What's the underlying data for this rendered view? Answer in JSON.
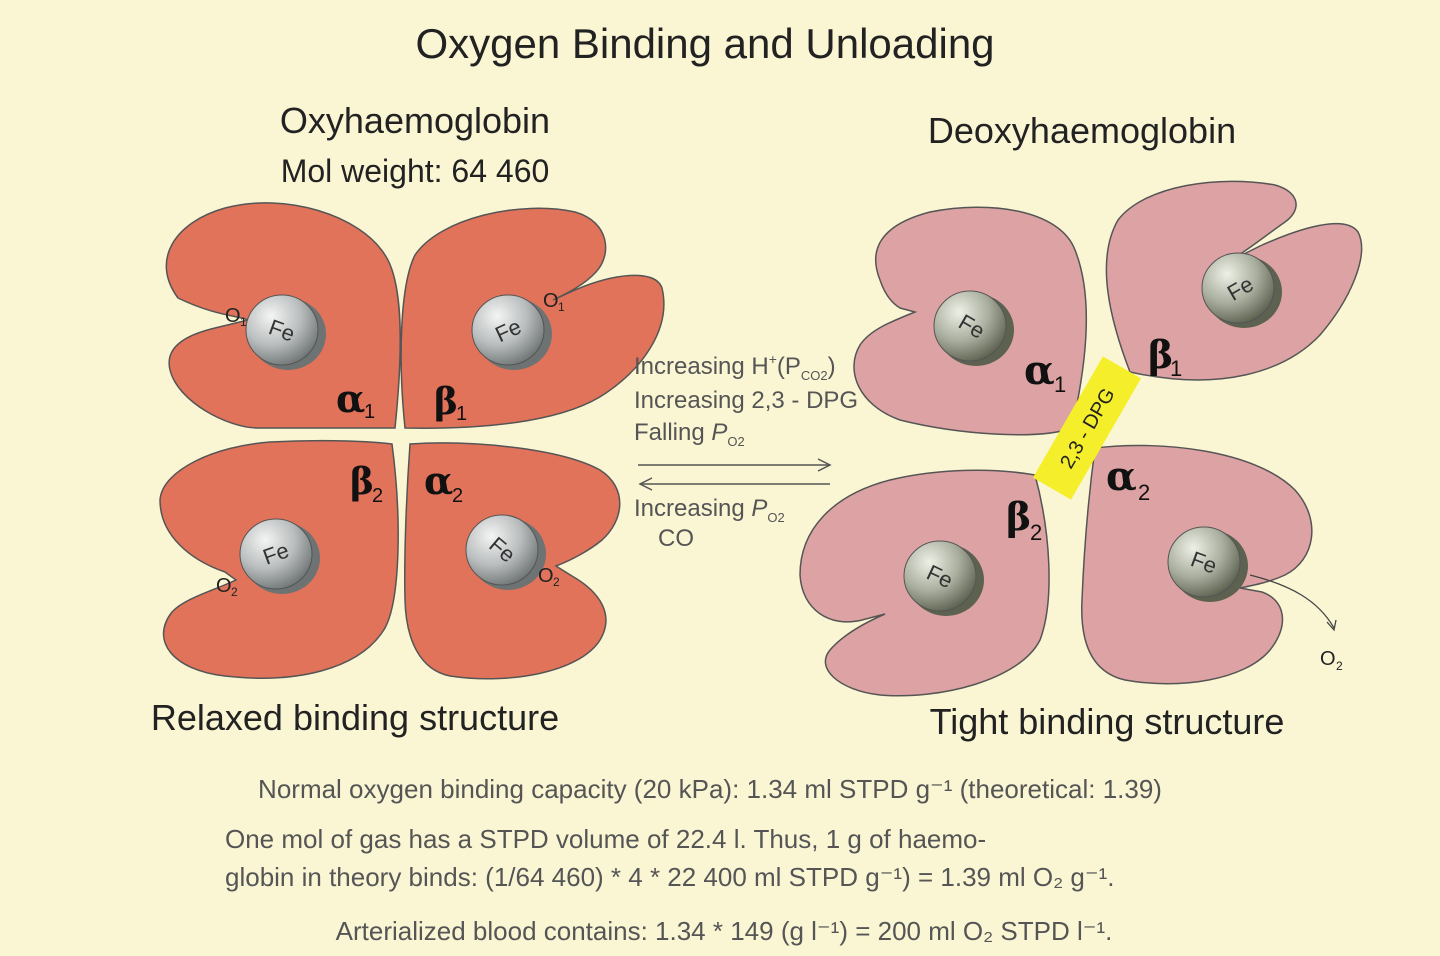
{
  "title": "Oxygen Binding and Unloading",
  "left": {
    "heading": "Oxyhaemoglobin",
    "mol_weight": "Mol weight: 64 460",
    "caption": "Relaxed binding structure",
    "subunits": [
      {
        "greek": "α",
        "sub": "1"
      },
      {
        "greek": "β",
        "sub": "1"
      },
      {
        "greek": "β",
        "sub": "2"
      },
      {
        "greek": "α",
        "sub": "2"
      }
    ],
    "iron": "Fe",
    "oxygen": "O",
    "oxygen_sub_top": "1",
    "oxygen_sub_bottom": "2"
  },
  "right": {
    "heading": "Deoxyhaemoglobin",
    "caption": "Tight binding structure",
    "subunits": [
      {
        "greek": "α",
        "sub": "1"
      },
      {
        "greek": "β",
        "sub": "1"
      },
      {
        "greek": "β",
        "sub": "2"
      },
      {
        "greek": "α",
        "sub": "2"
      }
    ],
    "iron": "Fe",
    "dpg_label": "2,3 - DPG",
    "released_oxygen": "O",
    "released_oxygen_sub": "2"
  },
  "forward_conditions": {
    "line1_a": "Increasing H",
    "line1_sup": "+",
    "line1_b": "(P",
    "line1_sub": "CO2",
    "line1_c": ")",
    "line2": "Increasing 2,3 - DPG",
    "line3_a": "Falling ",
    "line3_p": "P",
    "line3_sub": "O2"
  },
  "reverse_conditions": {
    "line1_a": "Increasing ",
    "line1_p": "P",
    "line1_sub": "O2",
    "line2": "CO"
  },
  "notes": {
    "capacity": "Normal oxygen binding capacity (20 kPa): 1.34 ml STPD g⁻¹ (theoretical: 1.39)",
    "mol_line1": "One mol of gas has a STPD volume of 22.4 l. Thus, 1 g of haemo-",
    "mol_line2": "globin in theory binds: (1/64 460) * 4 * 22 400 ml STPD g⁻¹) = 1.39 ml O₂ g⁻¹.",
    "blood": "Arterialized blood contains: 1.34 *  149 (g l⁻¹) = 200 ml O₂ STPD l⁻¹."
  },
  "colors": {
    "background": "#faf6d4",
    "oxy_subunit": "#e0735a",
    "deoxy_subunit": "#dda3a4",
    "dpg_bridge": "#f5ee2a"
  }
}
